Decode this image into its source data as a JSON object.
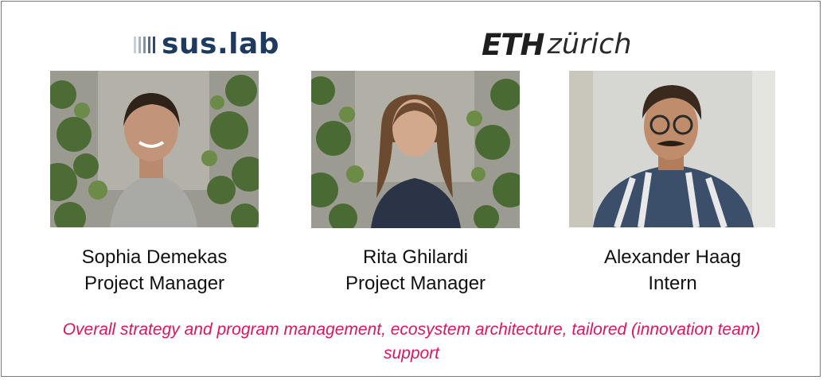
{
  "logos": {
    "left_text": "sus.lab",
    "right_bold": "ETH",
    "right_light": "zürich"
  },
  "people": [
    {
      "name": "Sophia Demekas",
      "role": "Project Manager"
    },
    {
      "name": "Rita Ghilardi",
      "role": "Project Manager"
    },
    {
      "name": "Alexander Haag",
      "role": "Intern"
    }
  ],
  "tagline": "Overall strategy and program management, ecosystem architecture, tailored (innovation team) support",
  "colors": {
    "suslab_navy": "#1f3a5f",
    "tagline_magenta": "#d6185f",
    "border": "#7a7a7a"
  }
}
